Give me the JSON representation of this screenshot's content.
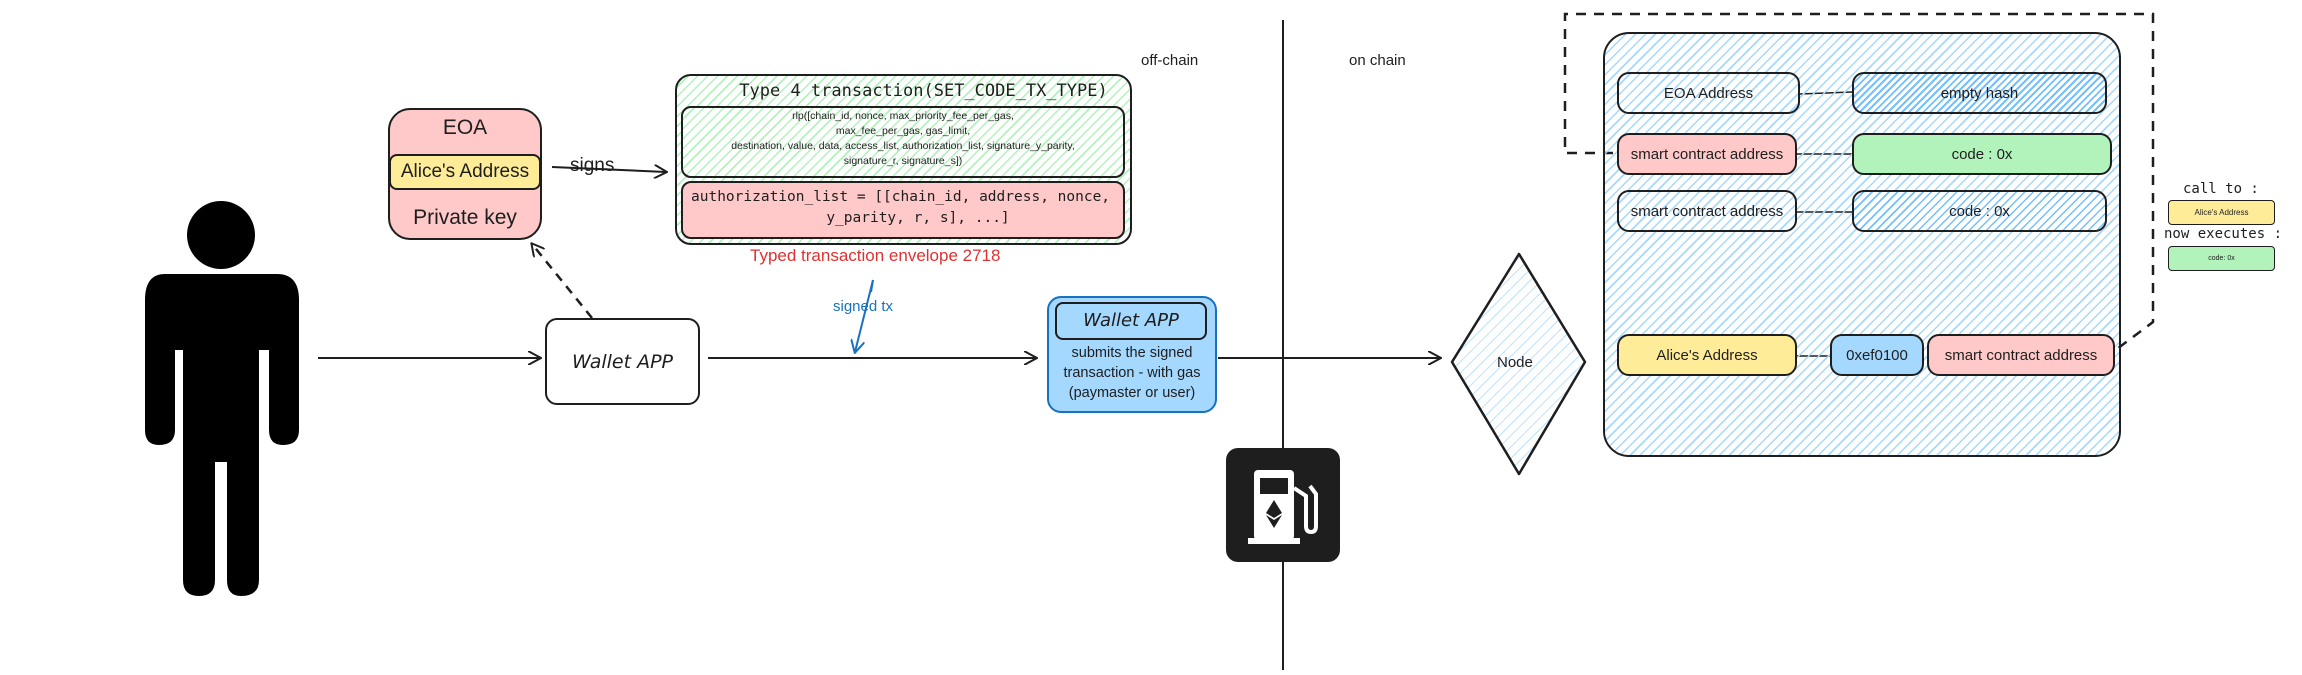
{
  "labels": {
    "off_chain": "off-chain",
    "on_chain": "on chain"
  },
  "eoa": {
    "title": "EOA",
    "address": "Alice's Address",
    "key": "Private key"
  },
  "signs_label": "signs",
  "transaction": {
    "title": "Type 4 transaction(SET_CODE_TX_TYPE)",
    "rlp_line1": "rlp([chain_id, nonce, max_priority_fee_per_gas,",
    "rlp_line2": "max_fee_per_gas, gas_limit,",
    "rlp_line3": "destination, value, data, access_list, authorization_list, signature_y_parity,",
    "rlp_line4": "signature_r, signature_s])",
    "auth_line1": "authorization_list = [[chain_id, address, nonce,",
    "auth_line2": "y_parity, r, s], ...]",
    "envelope": "Typed transaction envelope 2718"
  },
  "signed_tx_label": "signed tx",
  "wallet_app_1": "Wallet APP",
  "wallet_app_2": {
    "title": "Wallet APP",
    "line1": "submits the signed",
    "line2": "transaction - with gas",
    "line3": "(paymaster or user)"
  },
  "node_label": "Node",
  "state": {
    "row1": {
      "left": "EOA Address",
      "right": "empty hash"
    },
    "row2": {
      "left": "smart contract address",
      "right": "code : 0x"
    },
    "row3": {
      "left": "smart contract address",
      "right": "code : 0x"
    },
    "row4": {
      "left": "Alice's Address",
      "mid": "0xef0100",
      "right": "smart contract address"
    }
  },
  "side_legend": {
    "call_to": "call to :",
    "call_to_box": "Alice's Address",
    "now_executes": "now executes :",
    "now_executes_box": "code: 0x"
  },
  "icons": {
    "person": "person-icon",
    "gas_pump": "ethereum-gas-pump-icon"
  },
  "colors": {
    "pink": "#ffc9c9",
    "yellow": "#ffec99",
    "blue": "#a5d8ff",
    "green": "#b2f2bb",
    "red_text": "#e03131",
    "blue_text": "#1971c2",
    "blue_border": "#1971c2"
  }
}
